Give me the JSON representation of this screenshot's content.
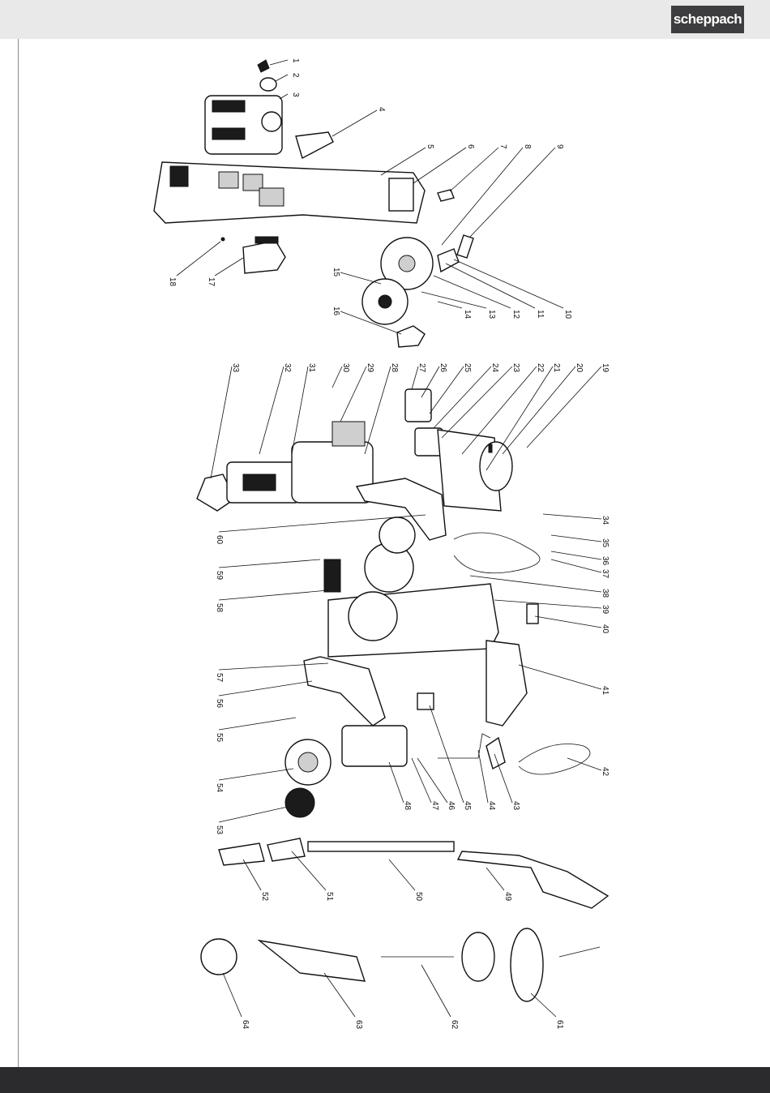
{
  "header": {
    "brand": "scheppach",
    "color_bar": "#e9e9ea",
    "logo_bg": "#3d3d3f"
  },
  "footer": {
    "color": "#2b2b2d"
  },
  "diagram": {
    "labels": [
      "1",
      "2",
      "3",
      "4",
      "5",
      "6",
      "7",
      "8",
      "9",
      "10",
      "11",
      "12",
      "13",
      "14",
      "15",
      "16",
      "17",
      "18",
      "19",
      "20",
      "21",
      "22",
      "23",
      "24",
      "25",
      "26",
      "27",
      "28",
      "29",
      "30",
      "31",
      "32",
      "33",
      "34",
      "35",
      "36",
      "37",
      "38",
      "39",
      "40",
      "41",
      "42",
      "43",
      "44",
      "45",
      "46",
      "47",
      "48",
      "49",
      "50",
      "51",
      "52",
      "53",
      "54",
      "55",
      "56",
      "57",
      "58",
      "59",
      "60",
      "61",
      "62",
      "63",
      "64"
    ]
  }
}
